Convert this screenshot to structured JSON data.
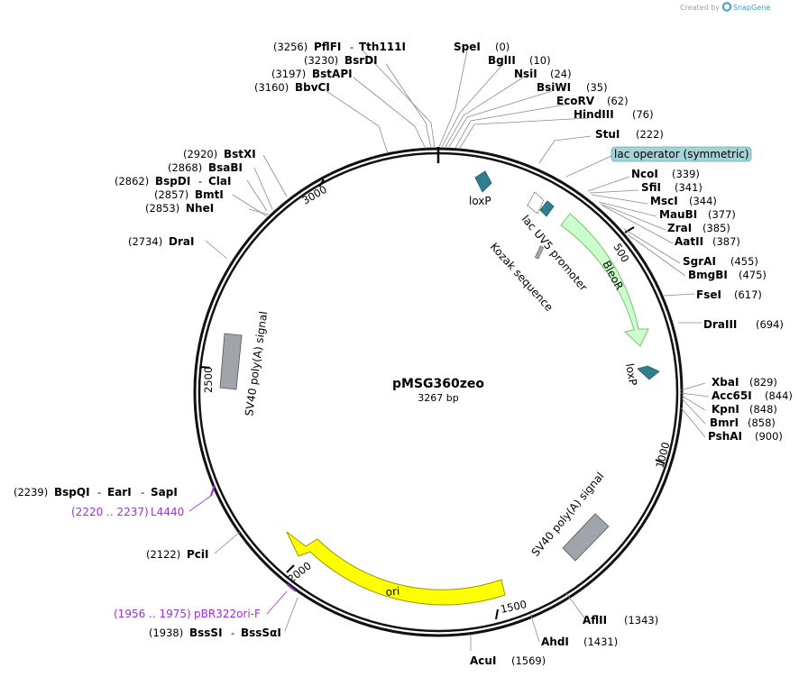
{
  "header": {
    "credit": "Created by",
    "brand": "SnapGene"
  },
  "plasmid": {
    "name": "pMSG360zeo",
    "length_label": "3267 bp"
  },
  "ticks": [
    "500",
    "1000",
    "1500",
    "2000",
    "2500",
    "3000"
  ],
  "enzymes": {
    "pflfi": "PflFI",
    "tth111i": "Tth111I",
    "pflfi_pos": "(3256)",
    "bsrdi": "BsrDI",
    "bsrdi_pos": "(3230)",
    "bstapi": "BstAPI",
    "bstapi_pos": "(3197)",
    "bbvci": "BbvCI",
    "bbvci_pos": "(3160)",
    "spei": "SpeI",
    "spei_pos": "(0)",
    "bglii": "BglII",
    "bglii_pos": "(10)",
    "nsii": "NsiI",
    "nsii_pos": "(24)",
    "bsiwi": "BsiWI",
    "bsiwi_pos": "(35)",
    "ecorv": "EcoRV",
    "ecorv_pos": "(62)",
    "hindiii": "HindIII",
    "hindiii_pos": "(76)",
    "stui": "StuI",
    "stui_pos": "(222)",
    "ncoi": "NcoI",
    "ncoi_pos": "(339)",
    "sfii": "SfiI",
    "sfii_pos": "(341)",
    "msci": "MscI",
    "msci_pos": "(344)",
    "maubi": "MauBI",
    "maubi_pos": "(377)",
    "zrai": "ZraI",
    "zrai_pos": "(385)",
    "aatii": "AatII",
    "aatii_pos": "(387)",
    "sgrai": "SgrAI",
    "sgrai_pos": "(455)",
    "bmgbi": "BmgBI",
    "bmgbi_pos": "(475)",
    "fsei": "FseI",
    "fsei_pos": "(617)",
    "draiii": "DraIII",
    "draiii_pos": "(694)",
    "xbai": "XbaI",
    "xbai_pos": "(829)",
    "acc65i": "Acc65I",
    "acc65i_pos": "(844)",
    "kpni": "KpnI",
    "kpni_pos": "(848)",
    "bmri": "BmrI",
    "bmri_pos": "(858)",
    "pshai": "PshAI",
    "pshai_pos": "(900)",
    "aflii": "AflII",
    "aflii_pos": "(1343)",
    "ahdi": "AhdI",
    "ahdi_pos": "(1431)",
    "acui": "AcuI",
    "acui_pos": "(1569)",
    "bsssi": "BssSI",
    "bsssai": "BssSαI",
    "bsssi_pos": "(1938)",
    "pcii": "PciI",
    "pcii_pos": "(2122)",
    "bspqi": "BspQI",
    "eari": "EarI",
    "sapi": "SapI",
    "bspqi_pos": "(2239)",
    "drai": "DraI",
    "drai_pos": "(2734)",
    "nhei": "NheI",
    "nhei_pos": "(2853)",
    "bmti": "BmtI",
    "bmti_pos": "(2857)",
    "bspdi": "BspDI",
    "clai": "ClaI",
    "bspdi_pos": "(2862)",
    "bsabi": "BsaBI",
    "bsabi_pos": "(2868)",
    "bstxi": "BstXI",
    "bstxi_pos": "(2920)"
  },
  "primers": {
    "l4440": "L4440",
    "l4440_pos": "(2220 .. 2237)",
    "pbr322": "pBR322ori-F",
    "pbr322_pos": "(1956 .. 1975)"
  },
  "features": {
    "loxp": "loxP",
    "lac_uv5": "lac UV5 promoter",
    "kozak": "Kozak sequence",
    "bleor": "BleoR",
    "lac_operator": "lac operator (symmetric)",
    "sv40_right": "SV40 poly(A) signal",
    "sv40_left": "SV40 poly(A) signal",
    "ori": "ori"
  },
  "colors": {
    "loxp": "#2f7f91",
    "bleor": "#ccffcc",
    "ori": "#ffff00",
    "sv40": "#a0a5ab",
    "lac_operator": "#a4d4d8",
    "primer": "#9b30d9",
    "snapgene": "#3c9bd4"
  }
}
